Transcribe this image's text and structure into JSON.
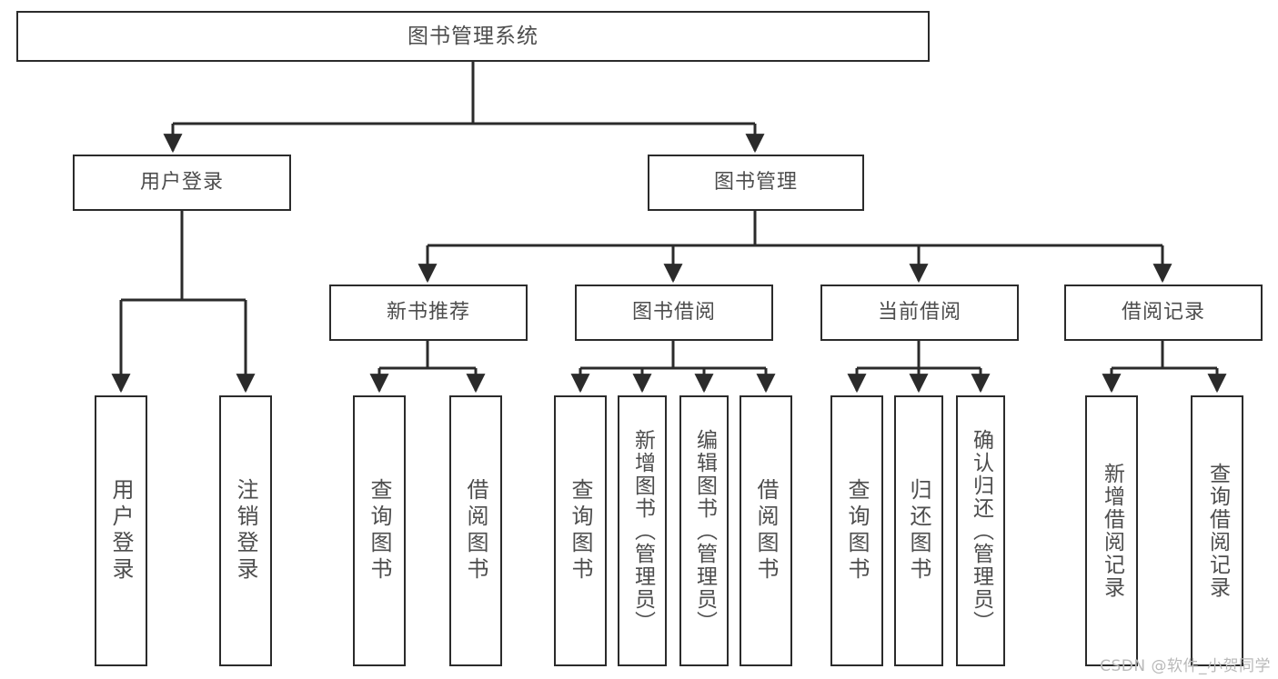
{
  "diagram": {
    "title": "图书管理系统",
    "type": "tree",
    "watermark": "CSDN @软件_小贺同学",
    "colors": {
      "node_border": "#2b2b2b",
      "node_fill": "#ffffff",
      "edge": "#2b2b2b",
      "text": "#4d4d4d",
      "watermark": "#b9b9b9",
      "background": "#ffffff"
    },
    "levels": {
      "root": {
        "label": "图书管理系统"
      },
      "level2": [
        {
          "label": "用户登录"
        },
        {
          "label": "图书管理"
        }
      ],
      "level3": [
        {
          "label": "新书推荐"
        },
        {
          "label": "图书借阅"
        },
        {
          "label": "当前借阅"
        },
        {
          "label": "借阅记录"
        }
      ],
      "leaves": [
        {
          "label": "用户登录",
          "parent": "用户登录"
        },
        {
          "label": "注销登录",
          "parent": "用户登录"
        },
        {
          "label": "查询图书",
          "parent": "新书推荐"
        },
        {
          "label": "借阅图书",
          "parent": "新书推荐"
        },
        {
          "label": "查询图书",
          "parent": "图书借阅"
        },
        {
          "label": "新增图书（管理员）",
          "parent": "图书借阅"
        },
        {
          "label": "编辑图书（管理员）",
          "parent": "图书借阅"
        },
        {
          "label": "借阅图书",
          "parent": "图书借阅"
        },
        {
          "label": "查询图书",
          "parent": "当前借阅"
        },
        {
          "label": "归还图书",
          "parent": "当前借阅"
        },
        {
          "label": "确认归还（管理员）",
          "parent": "当前借阅"
        },
        {
          "label": "新增借阅记录",
          "parent": "借阅记录"
        },
        {
          "label": "查询借阅记录",
          "parent": "借阅记录"
        }
      ]
    }
  }
}
